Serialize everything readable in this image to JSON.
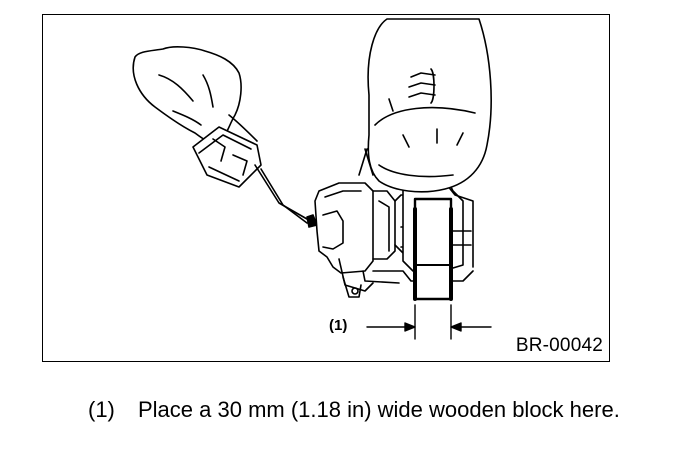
{
  "figure": {
    "code": "BR-00042",
    "callout": "(1)"
  },
  "note": {
    "number": "(1)",
    "text": "Place a 30 mm (1.18 in) wide wooden block here."
  },
  "icons": [
    "hand-icon",
    "shoe-icon",
    "brake-caliper-icon",
    "wooden-block-icon",
    "air-hose-icon"
  ]
}
